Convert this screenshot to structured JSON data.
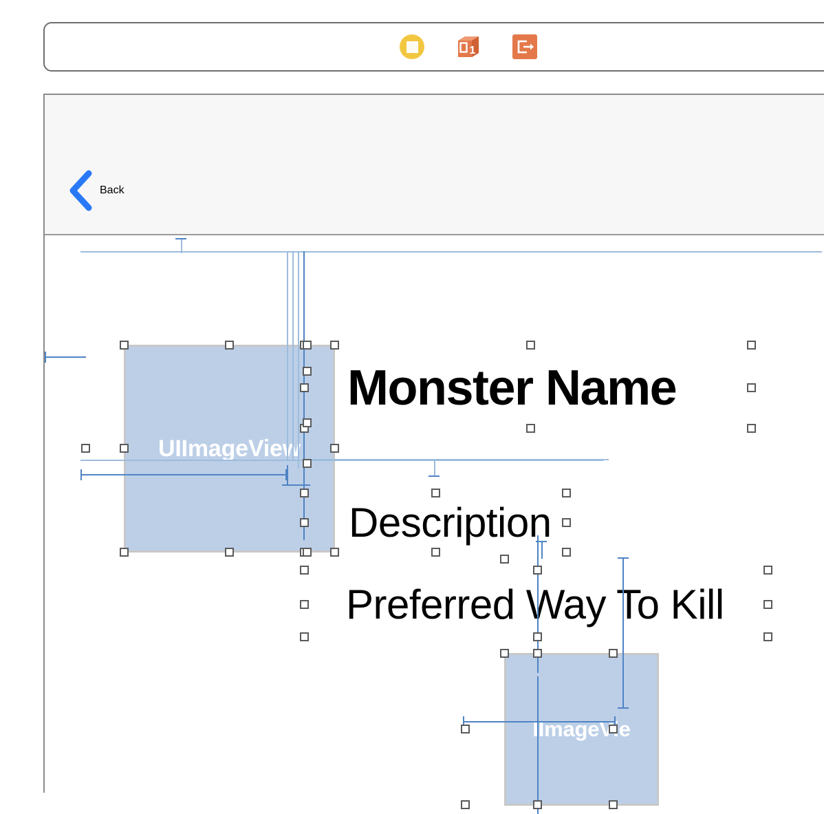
{
  "scene_dock": {
    "name": "scene-dock",
    "icons": [
      {
        "name": "view-controller-icon",
        "label": "View Controller",
        "color": "#f2c740"
      },
      {
        "name": "first-responder-icon",
        "label": "First Responder",
        "color": "#e4784a",
        "badge": "1"
      },
      {
        "name": "exit-icon",
        "label": "Exit",
        "color": "#e4784a"
      }
    ]
  },
  "canvas": {
    "nav_bar": {
      "back_button": {
        "label": "Back",
        "color": "#2979f6",
        "chevron_icon": "chevron-left-icon"
      }
    },
    "objects": [
      {
        "name": "imageview-primary",
        "type": "UIImageView",
        "placeholder_text": "UIImageView",
        "fill": "#bccfe7",
        "text_color": "#ffffff"
      },
      {
        "name": "label-monster-name",
        "type": "UILabel",
        "text": "Monster Name",
        "weight": "bold",
        "color": "#000000"
      },
      {
        "name": "label-description",
        "type": "UILabel",
        "text": "Description",
        "weight": "regular",
        "color": "#000000"
      },
      {
        "name": "label-preferred-way-to-kill",
        "type": "UILabel",
        "text": "Preferred Way To Kill",
        "weight": "regular",
        "color": "#000000"
      },
      {
        "name": "imageview-secondary",
        "type": "UIImageView",
        "placeholder_text": "IImageVie",
        "fill": "#bccfe7",
        "text_color": "#ffffff"
      }
    ],
    "constraint_color": "#4f83c4",
    "selection_handle": {
      "fill": "#ffffff",
      "border": "#5a5a5a"
    }
  }
}
